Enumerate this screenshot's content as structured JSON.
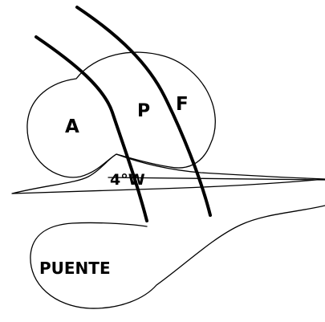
{
  "labels": {
    "region_a": "A",
    "region_p": "P",
    "region_f": "F",
    "angle": "4°W",
    "bridge": "PUENTE"
  },
  "colors": {
    "background": "#ffffff",
    "ink": "#000000"
  }
}
